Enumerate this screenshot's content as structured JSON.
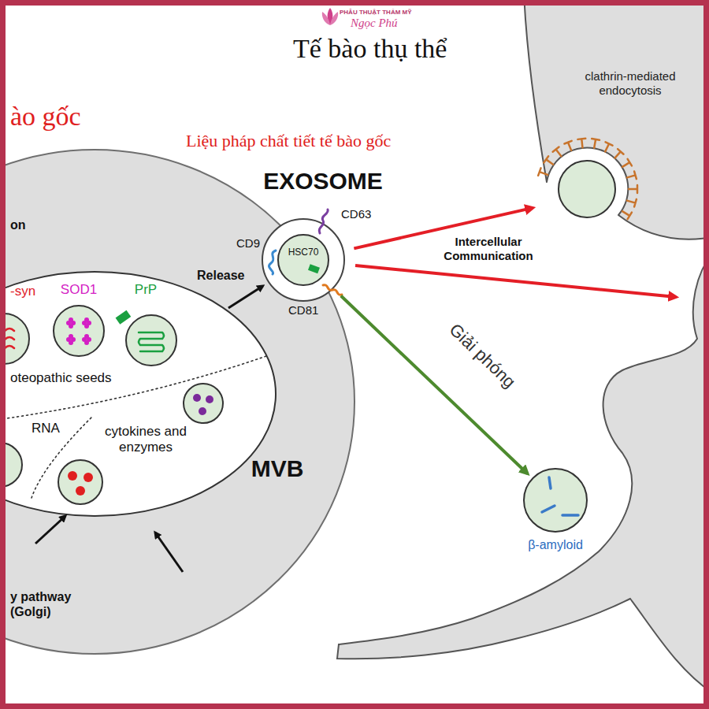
{
  "diagram": {
    "title": "Tế bào thụ thể",
    "nodes": [
      {
        "text": [
          "MVB"
        ]
      },
      {
        "text": [
          "oteopathic seeds",
          "RNA",
          "cytokines and enzymes"
        ],
        "in": 0
      },
      {
        "text": [
          "-syn"
        ],
        "in": 1
      },
      {
        "text": [
          "SOD1"
        ],
        "in": 1
      },
      {
        "text": [
          "PrP"
        ],
        "in": 1
      },
      {
        "text": [
          "EXOSOME",
          "HSC70"
        ]
      },
      {
        "text": [
          "clathrin-mediated endocytosis"
        ]
      },
      {
        "text": [
          "β-amyloid"
        ]
      }
    ],
    "edges": [
      {
        "from": 1,
        "to": 5,
        "arrow": "to",
        "label": "Release"
      },
      {
        "from": 5,
        "to": 6,
        "arrow": "to",
        "label": "Intercellular Communication"
      },
      {
        "from": 5,
        "to": 7,
        "arrow": "to",
        "label": "Giải phóng"
      }
    ],
    "labels": [
      "PHẪU THUẬT THẨM MỸ",
      "Ngọc Phú",
      "ào gốc",
      "Liệu pháp chất tiết tế bào gốc",
      "on",
      "CD63",
      "CD9",
      "CD81",
      "y pathway (Golgi)"
    ]
  }
}
